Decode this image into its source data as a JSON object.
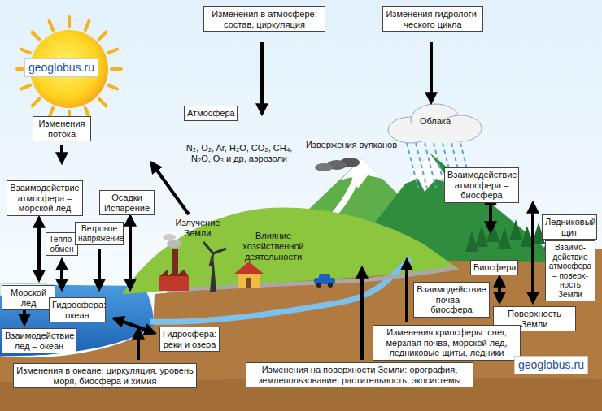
{
  "diagram": {
    "nodes": [
      {
        "text": [
          "Изменения в атмосфере: состав, циркуляция"
        ]
      },
      {
        "text": [
          "Изменения гидрологи- ческого цикла"
        ]
      },
      {
        "text": [
          "Изменения потока"
        ]
      },
      {
        "text": [
          "Атмосфера"
        ]
      },
      {
        "text": [
          "Взаимодействие атмосфера – морской лед"
        ]
      },
      {
        "text": [
          "Осадки Испарение"
        ]
      },
      {
        "text": [
          "Тепло- обмен"
        ]
      },
      {
        "text": [
          "Ветровое напряжение"
        ]
      },
      {
        "text": [
          "Взаимодействие атмосфера – биосфера"
        ]
      },
      {
        "text": [
          "Ледниковый щит"
        ]
      },
      {
        "text": [
          "Взаимо- действие атмосфера – поверх- ность Земли"
        ]
      },
      {
        "text": [
          "Биосфера"
        ]
      },
      {
        "text": [
          "Морской лед"
        ]
      },
      {
        "text": [
          "Гидросфера: океан"
        ]
      },
      {
        "text": [
          "Взаимодействие почва – биосфера"
        ]
      },
      {
        "text": [
          "Поверхность Земли"
        ]
      },
      {
        "text": [
          "Взаимодействие лед – океан"
        ]
      },
      {
        "text": [
          "Гидросфера: реки и озера"
        ]
      },
      {
        "text": [
          "Изменения криосферы: снег, мерзлая почва, морской лед, ледниковые щиты, ледники"
        ]
      },
      {
        "text": [
          "Изменения в океане: циркуляция, уровень моря, биосфера и химия"
        ]
      },
      {
        "text": [
          "Изменения на поверхности Земли: орография, землепользование, растительность, экосистемы"
        ]
      }
    ],
    "labels": [
      "geoglobus.ru",
      "N₂, O₂, Ar, H₂O, CO₂, CH₄, N₂O, O₃ и др, аэрозоли",
      "Облака",
      "Извержения вулканов",
      "Излучение Земли",
      "Влияние хозяйственной деятельности",
      "geoglobus.ru"
    ]
  }
}
